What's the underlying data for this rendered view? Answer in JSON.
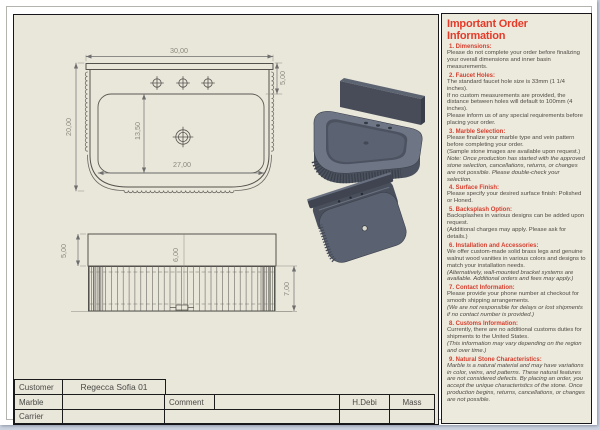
{
  "info_panel": {
    "title": "Important Order Information",
    "sections": [
      {
        "heading": "1. Dimensions:",
        "lines": [
          {
            "t": "Please do not complete your order before finalizing your overall dimensions and inner basin measurements.",
            "i": false
          }
        ]
      },
      {
        "heading": "2. Faucet Holes:",
        "lines": [
          {
            "t": "The standard faucet hole size is 33mm (1 1/4 inches).",
            "i": false
          },
          {
            "t": "If no custom measurements are provided, the distance between holes will default to 100mm (4 inches).",
            "i": false
          },
          {
            "t": "Please inform us of any special requirements before placing your order.",
            "i": false
          }
        ]
      },
      {
        "heading": "3. Marble Selection:",
        "lines": [
          {
            "t": "Please finalize your marble type and vein pattern before completing your order.",
            "i": false
          },
          {
            "t": "(Sample stone images are available upon request.)",
            "i": false
          },
          {
            "t": "Note: Once production has started with the approved stone selection, cancellations, returns, or changes are not possible. Please double-check your selection.",
            "i": true
          }
        ]
      },
      {
        "heading": "4. Surface Finish:",
        "lines": [
          {
            "t": "Please specify your desired surface finish: Polished or Honed.",
            "i": false
          }
        ]
      },
      {
        "heading": "5. Backsplash Option:",
        "lines": [
          {
            "t": "Backsplashes in various designs can be added upon request.",
            "i": false
          },
          {
            "t": "(Additional charges may apply. Please ask for details.)",
            "i": false
          }
        ]
      },
      {
        "heading": "6. Installation and Accessories:",
        "lines": [
          {
            "t": "We offer custom-made solid brass legs and genuine walnut wood vanities in various colors and designs to match your installation needs.",
            "i": false
          },
          {
            "t": "(Alternatively, wall-mounted bracket systems are available. Additional orders and fees may apply.)",
            "i": true
          }
        ]
      },
      {
        "heading": "7. Contact Information:",
        "lines": [
          {
            "t": "Please provide your phone number at checkout for smooth shipping arrangements.",
            "i": false
          },
          {
            "t": "(We are not responsible for delays or lost shipments if no contact number is provided.)",
            "i": true
          }
        ]
      },
      {
        "heading": "8. Customs Information:",
        "lines": [
          {
            "t": "Currently, there are no additional customs duties for shipments to the United States.",
            "i": false
          },
          {
            "t": "(This information may vary depending on the region and over time.)",
            "i": true
          }
        ]
      },
      {
        "heading": "9. Natural Stone Characteristics:",
        "lines": [
          {
            "t": "Marble is a natural material and may have variations in color, veins, and patterns. These natural features are not considered defects. By placing an order, you accept the unique characteristics of the stone. Once production begins, returns, cancellations, or changes are not possible.",
            "i": true
          }
        ]
      }
    ]
  },
  "drawing": {
    "dimensions": {
      "top_width": "30,00",
      "side_height": "20,00",
      "backsplash_depth": "5,00",
      "basin_depth": "13,50",
      "basin_width": "27,00",
      "front_backsplash_height": "5,00",
      "front_basin_depth": "6,00",
      "front_flute_height": "7,00"
    }
  },
  "title_block": {
    "rows": [
      {
        "label": "Customer",
        "value": "Regecca Sofia 01"
      },
      {
        "label": "Marble",
        "value": ""
      },
      {
        "label": "Carrier",
        "value": ""
      }
    ],
    "comment_label": "Comment",
    "hdebi_label": "H.Debi",
    "mass_label": "Mass"
  },
  "colors": {
    "accent_red": "#e63a28",
    "heading_red": "#d6402f",
    "drawing_bg": "#e9e6da",
    "panel_bg": "#ece9dd",
    "iso_body": "#5a6170"
  }
}
